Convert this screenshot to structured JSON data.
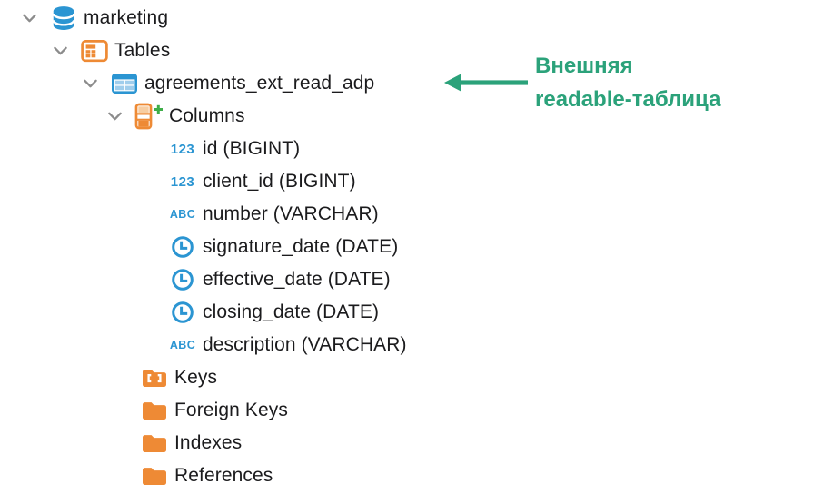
{
  "tree": {
    "items": [
      {
        "label": "marketing",
        "icon": "database-icon",
        "level": 0,
        "expanded": true
      },
      {
        "label": "Tables",
        "icon": "tables-folder-icon",
        "level": 1,
        "expanded": true
      },
      {
        "label": "agreements_ext_read_adp",
        "icon": "table-icon",
        "level": 2,
        "expanded": true
      },
      {
        "label": "Columns",
        "icon": "columns-add-icon",
        "level": 3,
        "expanded": true
      },
      {
        "label": "id (BIGINT)",
        "icon": "numeric-column-icon",
        "level": 4
      },
      {
        "label": "client_id (BIGINT)",
        "icon": "numeric-column-icon",
        "level": 4
      },
      {
        "label": "number (VARCHAR)",
        "icon": "string-column-icon",
        "level": 4
      },
      {
        "label": "signature_date (DATE)",
        "icon": "date-column-icon",
        "level": 4
      },
      {
        "label": "effective_date (DATE)",
        "icon": "date-column-icon",
        "level": 4
      },
      {
        "label": "closing_date (DATE)",
        "icon": "date-column-icon",
        "level": 4
      },
      {
        "label": "description (VARCHAR)",
        "icon": "string-column-icon",
        "level": 4
      },
      {
        "label": "Keys",
        "icon": "keys-icon",
        "level": 3
      },
      {
        "label": "Foreign Keys",
        "icon": "folder-icon",
        "level": 3
      },
      {
        "label": "Indexes",
        "icon": "folder-icon",
        "level": 3
      },
      {
        "label": "References",
        "icon": "folder-icon",
        "level": 3
      }
    ]
  },
  "icon_text": {
    "numeric": "123",
    "string": "ABC"
  },
  "annotation": {
    "line1": "Внешняя",
    "line2": "readable-таблица"
  },
  "colors": {
    "icon_blue": "#2b95d2",
    "icon_orange": "#ee8a35",
    "annotation_green": "#2ba27a",
    "text": "#1b1b1d",
    "chevron_gray": "#8c8c8c"
  }
}
